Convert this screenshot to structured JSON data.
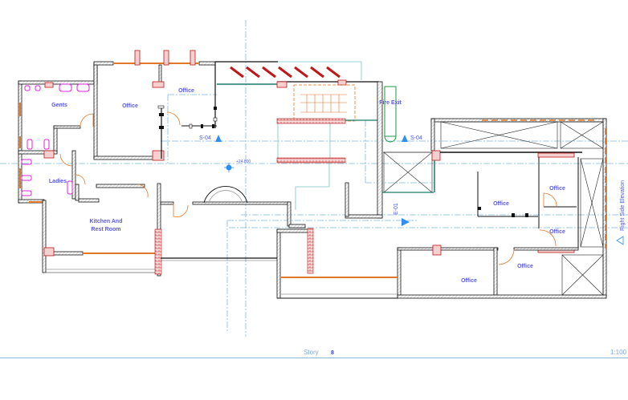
{
  "drawing": {
    "rooms": [
      {
        "label": "Gents"
      },
      {
        "label": "Office"
      },
      {
        "label": "Office"
      },
      {
        "label": "Ladies"
      },
      {
        "label": "Kitchen And"
      },
      {
        "label": "Rest Room"
      },
      {
        "label": "Fire Exit"
      },
      {
        "label": "Office"
      },
      {
        "label": "Office"
      },
      {
        "label": "Office"
      },
      {
        "label": "Office"
      },
      {
        "label": "Office"
      }
    ],
    "markers": {
      "section_left": "S-04",
      "section_right": "S-04",
      "elevation": "E-01",
      "right_elevation": "Right Side Elevation",
      "level": "+24.800"
    }
  },
  "footer": {
    "story_label": "Story",
    "story_number": "8",
    "scale": "1:100"
  },
  "colors": {
    "wall": "#111111",
    "label": "#5a5ae6",
    "axis": "#7fb6dc",
    "door": "#e07828",
    "column": "#c01818",
    "fixture": "#e020e0"
  }
}
